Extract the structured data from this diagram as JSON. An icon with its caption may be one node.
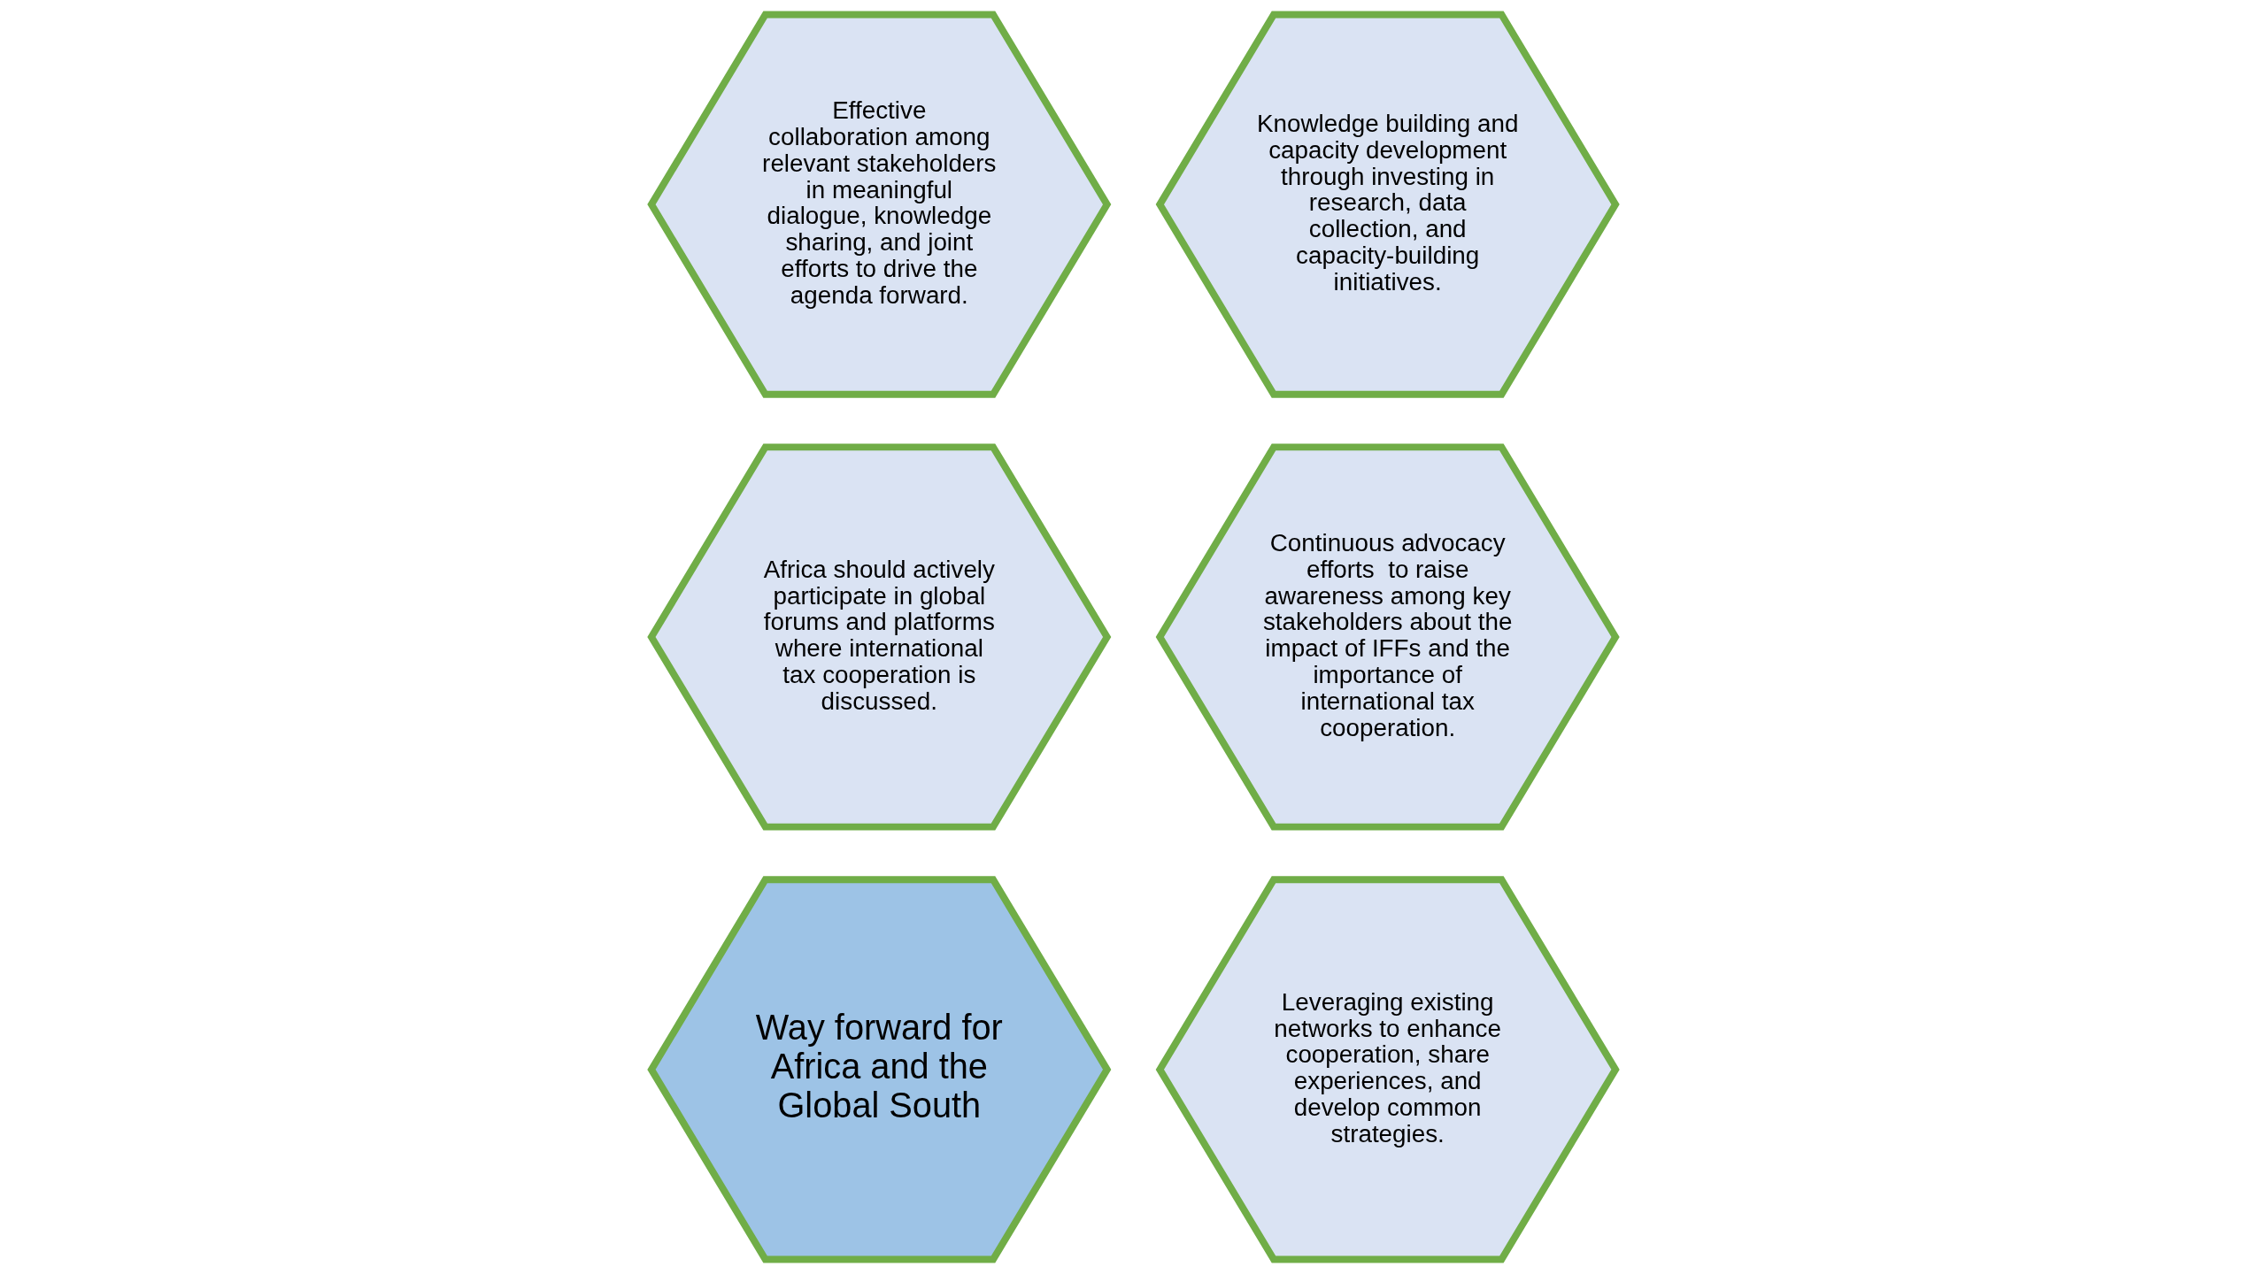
{
  "diagram": {
    "nodes": [
      {
        "text": [
          "Effective collaboration among relevant stakeholders in meaningful dialogue, knowledge sharing, and joint efforts to drive the agenda forward."
        ]
      },
      {
        "text": [
          "Africa should actively participate in global forums and platforms where international tax cooperation is discussed."
        ]
      },
      {
        "text": [
          "Way forward for Africa and the Global South"
        ]
      },
      {
        "text": [
          "Knowledge building and capacity development through investing in research, data collection, and capacity-building initiatives."
        ]
      },
      {
        "text": [
          "Continuous advocacy efforts  to raise awareness among key stakeholders about the impact of IFFs and the importance of international tax cooperation."
        ]
      },
      {
        "text": [
          "Leveraging existing networks to enhance cooperation, share experiences, and develop common strategies."
        ]
      }
    ]
  }
}
